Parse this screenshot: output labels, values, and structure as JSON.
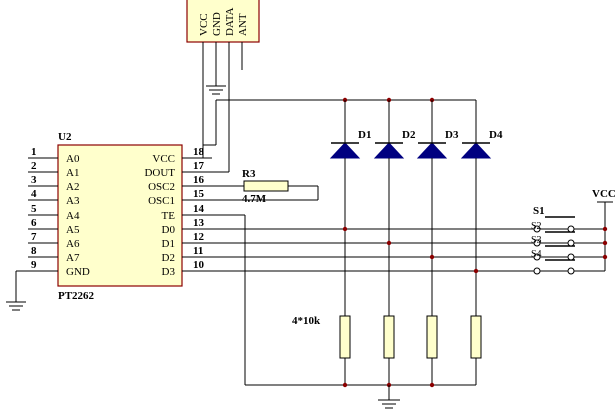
{
  "antenna_module": {
    "pins": [
      "VCC",
      "GND",
      "DATA",
      "ANT"
    ]
  },
  "chip": {
    "ref": "U2",
    "part": "PT2262",
    "left_pins": [
      {
        "num": "1",
        "name": "A0"
      },
      {
        "num": "2",
        "name": "A1"
      },
      {
        "num": "3",
        "name": "A2"
      },
      {
        "num": "4",
        "name": "A3"
      },
      {
        "num": "5",
        "name": "A4"
      },
      {
        "num": "6",
        "name": "A5"
      },
      {
        "num": "7",
        "name": "A6"
      },
      {
        "num": "8",
        "name": "A7"
      },
      {
        "num": "9",
        "name": "GND"
      }
    ],
    "right_pins": [
      {
        "num": "18",
        "name": "VCC"
      },
      {
        "num": "17",
        "name": "DOUT"
      },
      {
        "num": "16",
        "name": "OSC2"
      },
      {
        "num": "15",
        "name": "OSC1"
      },
      {
        "num": "14",
        "name": "TE"
      },
      {
        "num": "13",
        "name": "D0"
      },
      {
        "num": "12",
        "name": "D1"
      },
      {
        "num": "11",
        "name": "D2"
      },
      {
        "num": "10",
        "name": "D3"
      }
    ]
  },
  "osc_resistor": {
    "ref": "R3",
    "value": "4.7M"
  },
  "diodes": [
    "D1",
    "D2",
    "D3",
    "D4"
  ],
  "pulldown": {
    "label": "4*10k"
  },
  "switch_bank": {
    "ref": "S1",
    "switches": [
      "S2",
      "S3",
      "S4"
    ]
  },
  "power": {
    "label": "VCC"
  }
}
